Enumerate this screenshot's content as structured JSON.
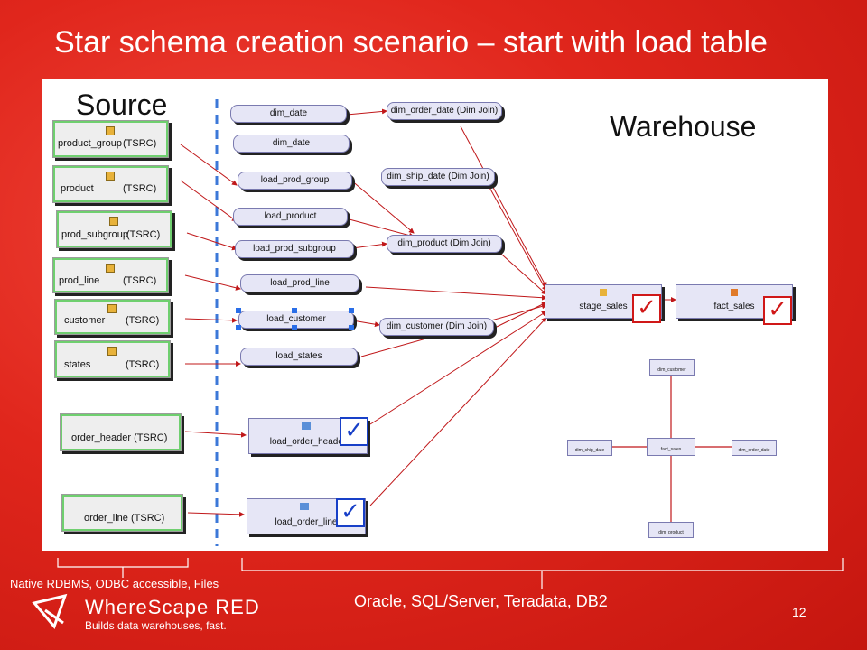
{
  "slide": {
    "title": "Star schema creation scenario – start with load table",
    "page_number": "12"
  },
  "diagram": {
    "source_label": "Source",
    "warehouse_label": "Warehouse",
    "sources": [
      "product_group",
      "product",
      "prod_subgroup",
      "prod_line",
      "customer",
      "states",
      "order_header (TSRC)",
      "order_line (TSRC)"
    ],
    "tsrc_tag": "(TSRC)",
    "dims_col1": [
      "dim_date",
      "dim_date"
    ],
    "loads": [
      "load_prod_group",
      "load_product",
      "load_prod_subgroup",
      "load_prod_line",
      "load_customer",
      "load_states"
    ],
    "loads_big": [
      "load_order_header",
      "load_order_line"
    ],
    "joins": [
      "dim_order_date (Dim Join)",
      "dim_ship_date (Dim Join)",
      "dim_product (Dim Join)",
      "dim_customer (Dim Join)"
    ],
    "stage": "stage_sales",
    "fact": "fact_sales",
    "star": {
      "center": "fact_sales",
      "top": "dim_customer",
      "left": "dim_ship_date",
      "right": "dim_order_date",
      "bottom": "dim_product"
    },
    "check_glyph": "✓"
  },
  "footer": {
    "source_note": "Native RDBMS, ODBC accessible, Files",
    "target_note": "Oracle, SQL/Server, Teradata, DB2",
    "brand": "WhereScape RED",
    "tagline": "Builds data warehouses, fast."
  },
  "colors": {
    "background": "#e0261c",
    "check_red": "#d01818",
    "check_blue": "#1840c8",
    "dashed_line": "#3c78d8",
    "source_border": "#6fcf6f"
  }
}
